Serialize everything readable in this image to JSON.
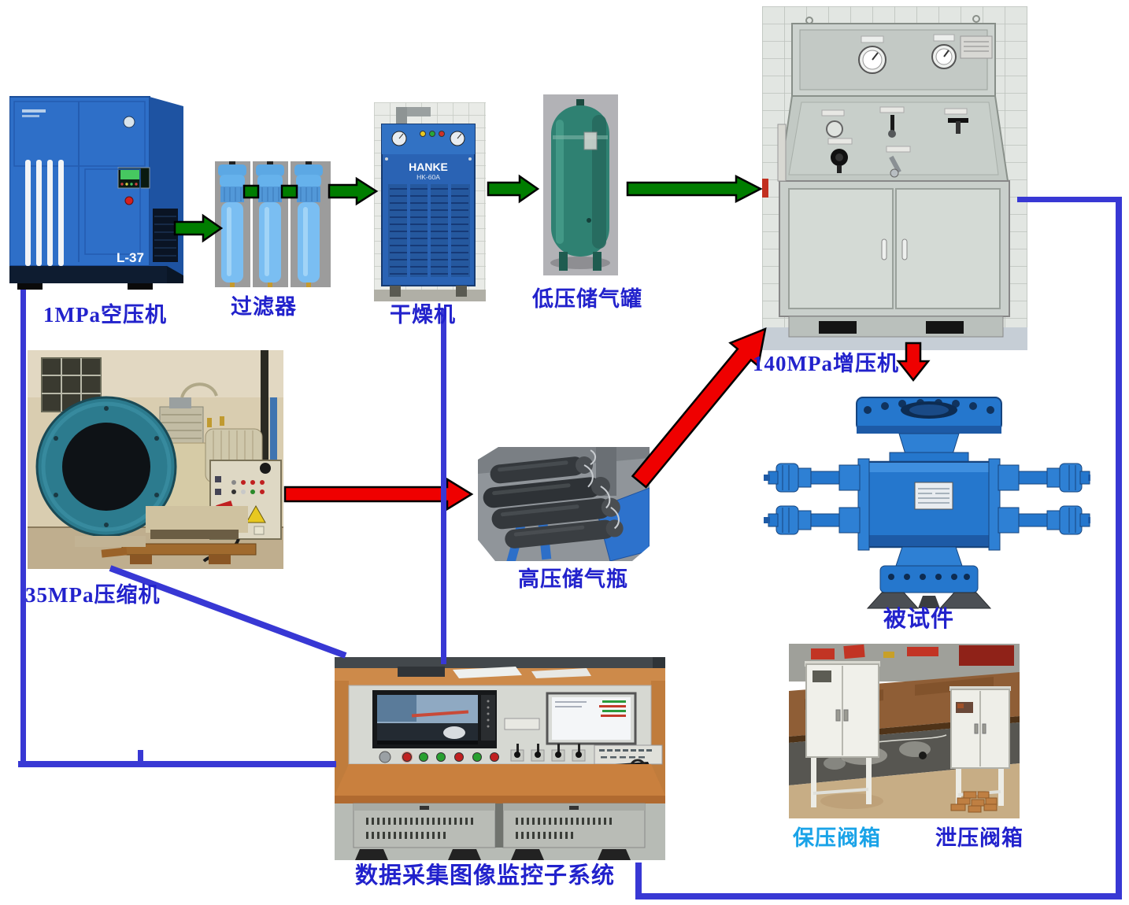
{
  "colors": {
    "label_blue": "#2222cc",
    "label_cyan": "#1aa3e8",
    "line_blue": "#3838d4",
    "arrow_green": "#007d00",
    "arrow_red": "#ef0000"
  },
  "nodes": {
    "compressor_1mpa": {
      "label": "1MPa空压机",
      "badge": "L-37"
    },
    "filters": {
      "label": "过滤器"
    },
    "dryer": {
      "label": "干燥机",
      "brand": "HANKE",
      "model": "HK-60A"
    },
    "lp_tank": {
      "label": "低压储气罐"
    },
    "booster": {
      "label": "140MPa增压机"
    },
    "compressor_35mpa": {
      "label": "35MPa压缩机"
    },
    "hp_cylinders": {
      "label": "高压储气瓶"
    },
    "test_piece": {
      "label": "被试件"
    },
    "daq_console": {
      "label": "数据采集图像监控子系统"
    },
    "holding_valve_box": {
      "label": "保压阀箱"
    },
    "relief_valve_box": {
      "label": "泄压阀箱"
    }
  },
  "flows": {
    "low_pressure_green": [
      "1MPa空压机 → 过滤器",
      "过滤器 → 干燥机",
      "干燥机 → 低压储气罐",
      "低压储气罐 → 140MPa增压机"
    ],
    "high_pressure_red": [
      "35MPa压缩机 → 高压储气瓶",
      "高压储气瓶 → 140MPa增压机",
      "140MPa增压机 → 被试件"
    ],
    "data_lines_blue": [
      "1MPa空压机 → 数据采集图像监控子系统",
      "干燥机 → 数据采集图像监控子系统",
      "35MPa压缩机 → 数据采集图像监控子系统",
      "140MPa增压机 → 数据采集图像监控子系统"
    ]
  }
}
